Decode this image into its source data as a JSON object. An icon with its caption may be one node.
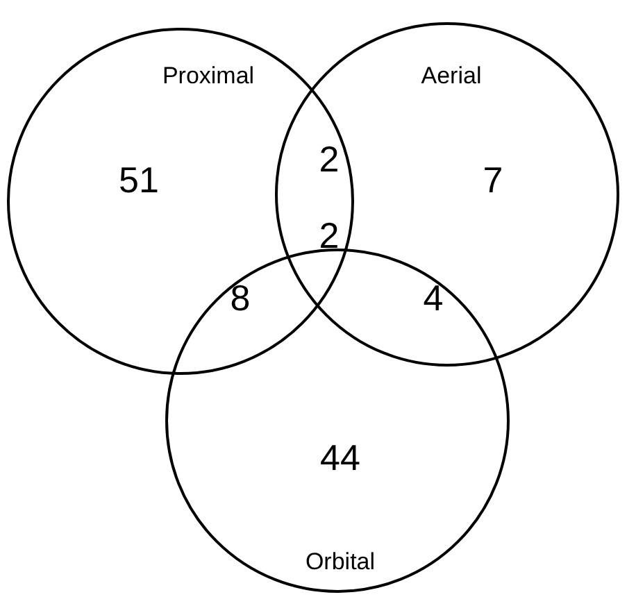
{
  "diagram": {
    "nodes": [
      {
        "text": [
          "Proximal"
        ]
      },
      {
        "text": [
          "Aerial"
        ]
      },
      {
        "text": [
          "Orbital"
        ]
      }
    ],
    "labels": [
      "51",
      "2",
      "7",
      "2",
      "8",
      "4",
      "44"
    ]
  }
}
